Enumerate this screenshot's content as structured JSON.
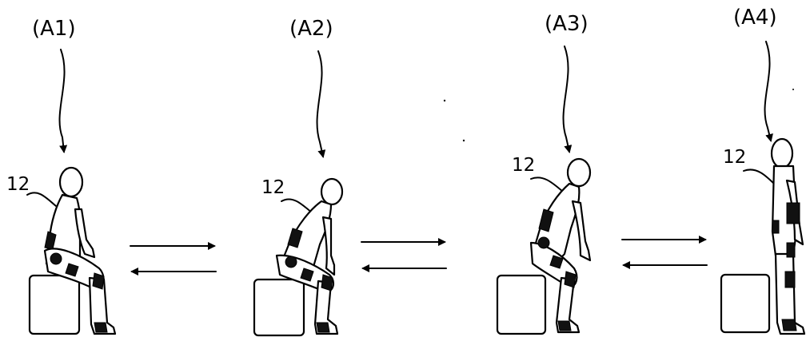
{
  "stages": [
    {
      "label": "(A1)",
      "ref": "12"
    },
    {
      "label": "(A2)",
      "ref": "12"
    },
    {
      "label": "(A3)",
      "ref": "12"
    },
    {
      "label": "(A4)",
      "ref": "12"
    }
  ]
}
